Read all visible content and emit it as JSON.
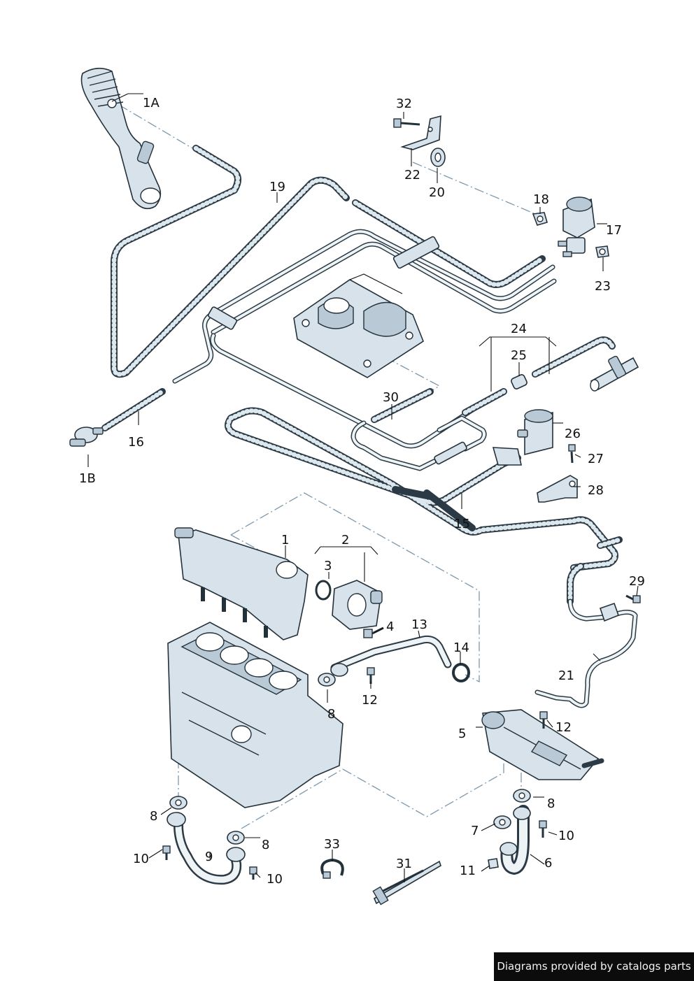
{
  "footer": {
    "text": "Diagrams provided by catalogs parts"
  },
  "labels": {
    "l1A": "1A",
    "l1B": "1B",
    "l1": "1",
    "l2": "2",
    "l3": "3",
    "l4": "4",
    "l5": "5",
    "l6": "6",
    "l7": "7",
    "l8a": "8",
    "l8b": "8",
    "l8c": "8",
    "l8d": "8",
    "l9": "9",
    "l10a": "10",
    "l10b": "10",
    "l10c": "10",
    "l11": "11",
    "l12a": "12",
    "l12b": "12",
    "l13": "13",
    "l14": "14",
    "l15": "15",
    "l16": "16",
    "l17": "17",
    "l18": "18",
    "l19": "19",
    "l20": "20",
    "l21": "21",
    "l22": "22",
    "l23": "23",
    "l24": "24",
    "l25": "25",
    "l26": "26",
    "l27": "27",
    "l28": "28",
    "l29": "29",
    "l30": "30",
    "l31": "31",
    "l32": "32",
    "l33": "33"
  }
}
